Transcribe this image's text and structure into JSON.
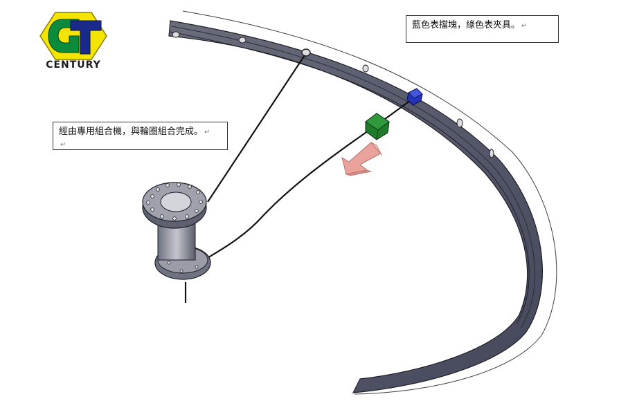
{
  "logo": {
    "brand": "CENTURY",
    "colors": {
      "hexagon": "#f4e400",
      "c_shape": "#0a8c3c",
      "t_shape": "#1a2a8a"
    }
  },
  "callouts": {
    "top_right": "藍色表擋塊，綠色表夾具。",
    "left": "經由專用組合機，與輪圈組合完成。"
  },
  "diagram": {
    "parts": [
      "rim",
      "hub",
      "spoke",
      "blue-stopper",
      "green-clamp",
      "pull-direction-arrow"
    ],
    "colors": {
      "rim": "#5c5f6e",
      "rim_dark": "#2b2d36",
      "hub": "#8a8d99",
      "spoke": "#111111",
      "stopper": "#2233bb",
      "clamp": "#1f7a2a",
      "arrow": "#e9a39c"
    }
  }
}
